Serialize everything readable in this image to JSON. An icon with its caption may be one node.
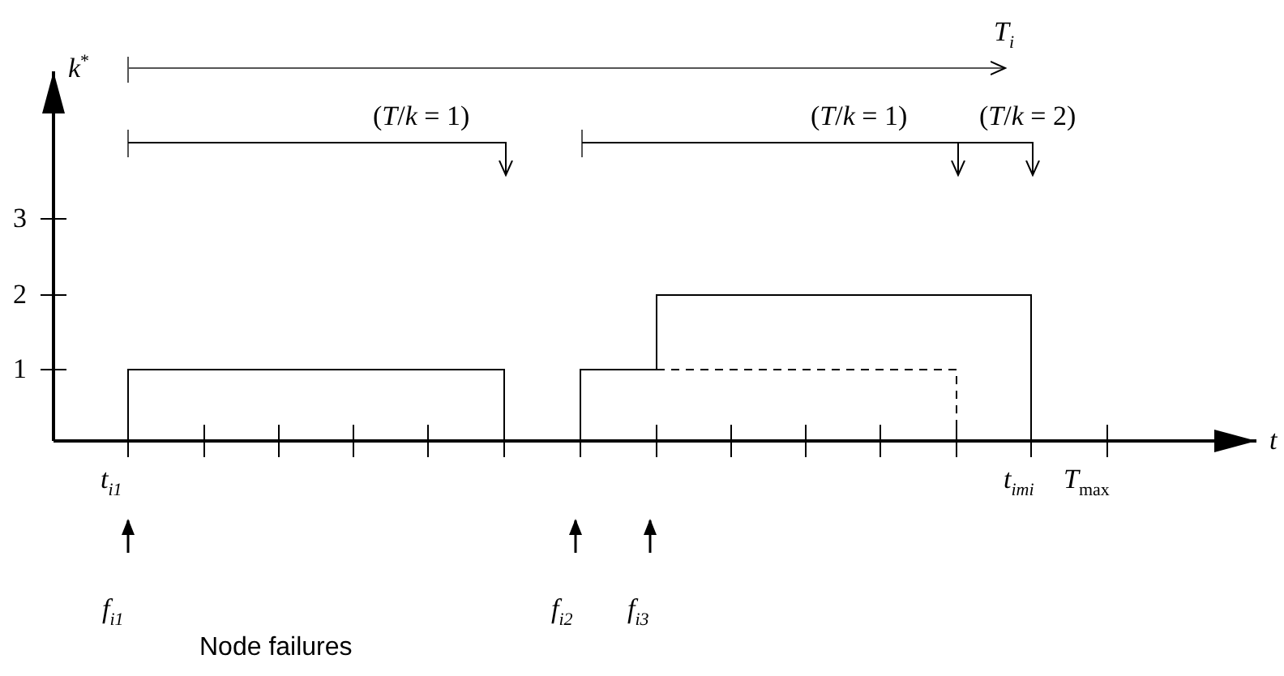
{
  "diagram": {
    "labels": [
      "*T*$_{i}$",
      "*k*$^{*}$",
      "(*T*/*k* = 1)",
      "(*T*/*k* = 1)",
      "(*T*/*k* = 2)",
      "3",
      "2",
      "1",
      "*t*",
      "*t*$_{i1}$",
      "*t*$_{imi}$",
      "*T*$_{max}$",
      "*f*$_{i1}$",
      "*f*$_{i2}$",
      "*f*$_{i3}$",
      "Node failures"
    ]
  }
}
